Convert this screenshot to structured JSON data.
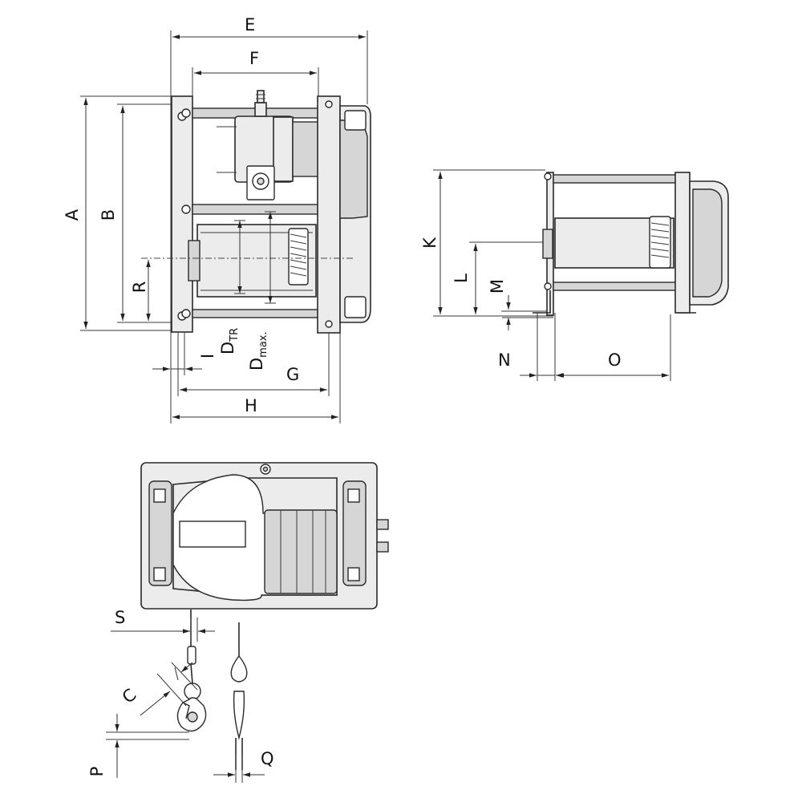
{
  "diagram": {
    "front_view": {
      "labels": {
        "E": "E",
        "F": "F",
        "A": "A",
        "B": "B",
        "R": "R",
        "D_tr_main": "D",
        "D_tr_sub": "TR",
        "D_max_main": "D",
        "D_max_sub": "max.",
        "I": "I",
        "G": "G",
        "H": "H"
      }
    },
    "side_view": {
      "labels": {
        "K": "K",
        "L": "L",
        "M": "M",
        "N": "N",
        "O": "O"
      }
    },
    "top_view": {
      "labels": {
        "S": "S",
        "C": "C",
        "P": "P",
        "Q": "Q"
      }
    }
  }
}
